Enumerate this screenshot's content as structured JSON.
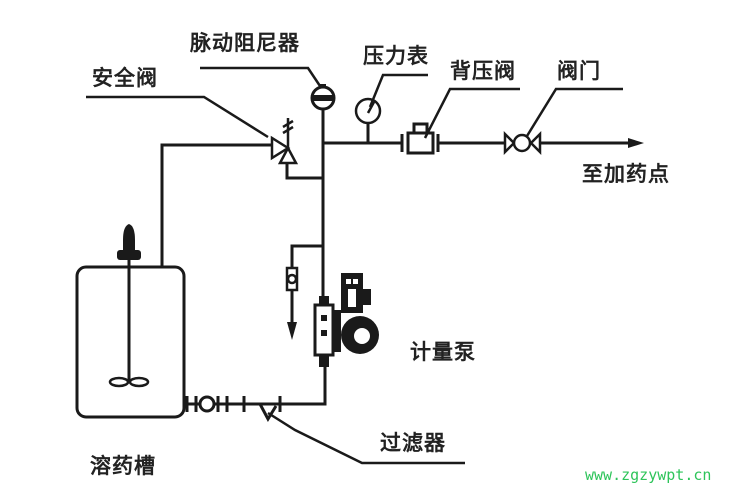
{
  "diagram": {
    "title": "Metering pump dosing system",
    "labels": {
      "pulsation_damper": "脉动阻尼器",
      "safety_valve": "安全阀",
      "pressure_gauge": "压力表",
      "back_pressure_valve": "背压阀",
      "valve": "阀门",
      "to_dosing_point": "至加药点",
      "metering_pump": "计量泵",
      "filter": "过滤器",
      "dissolving_tank": "溶药槽"
    },
    "watermark": "www.zgzywpt.cn",
    "colors": {
      "line": "#1a1a1a",
      "text": "#222222",
      "watermark": "#2ec45a",
      "background": "#ffffff"
    }
  }
}
